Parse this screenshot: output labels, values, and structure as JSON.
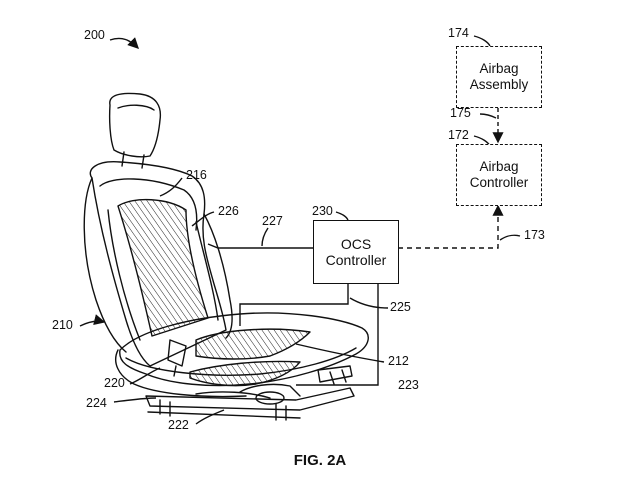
{
  "figure": {
    "caption": "FIG. 2A",
    "ref_200": "200",
    "ref_210": "210"
  },
  "components": {
    "ocs_controller": {
      "ref": "230",
      "line1": "OCS",
      "line2": "Controller"
    },
    "airbag_controller": {
      "ref": "172",
      "line1": "Airbag",
      "line2": "Controller"
    },
    "airbag_assembly": {
      "ref": "174",
      "line1": "Airbag",
      "line2": "Assembly"
    }
  },
  "connections": {
    "ocs_to_seat_back": "227",
    "ocs_to_seat_bottom": "225",
    "ocs_to_airbag_controller": "173",
    "airbag_controller_to_assembly": "175",
    "seat_bottom_sensor": "223"
  },
  "seat_parts": {
    "seat_back": "216",
    "back_sensor": "226",
    "bottom_sensor": "212",
    "seat_cushion": "220",
    "seat_track": "224",
    "seat_frame": "222"
  }
}
